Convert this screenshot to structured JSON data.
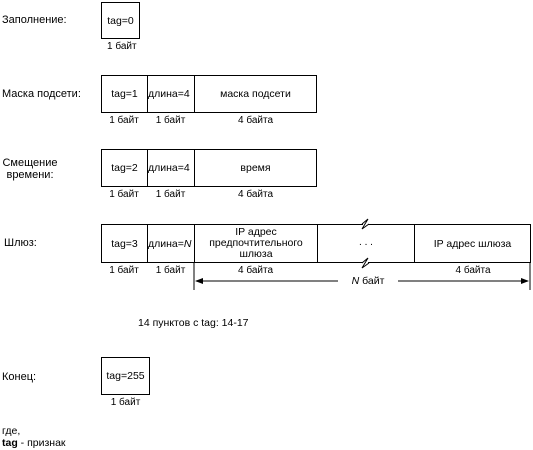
{
  "pad": {
    "label": "Заполнение:",
    "tag": "tag=0",
    "size": "1 байт"
  },
  "mask": {
    "label": "Маска подсети:",
    "tag": "tag=1",
    "len": "длина=4",
    "value": "маска подсети",
    "size_tag": "1 байт",
    "size_len": "1 байт",
    "size_value": "4 байта"
  },
  "offset": {
    "label_line1": "Смещение",
    "label_line2": "времени:",
    "tag": "tag=2",
    "len": "длина=4",
    "value": "время",
    "size_tag": "1 байт",
    "size_len": "1 байт",
    "size_value": "4 байта"
  },
  "gateway": {
    "label": "Шлюз:",
    "tag": "tag=3",
    "len_prefix": "длина=",
    "len_var": "N",
    "first": "IP адрес предпочтительного шлюза",
    "ellipsis": ". . .",
    "last": "IP адрес шлюза",
    "size_tag": "1 байт",
    "size_len": "1 байт",
    "size_first": "4 байта",
    "size_last": "4 байта",
    "span_var": "N",
    "span_unit": " байт"
  },
  "note": "14 пунктов с tag: 14-17",
  "end": {
    "label": "Конец:",
    "tag": "tag=255",
    "size": "1 байт"
  },
  "legend": {
    "where": "где,",
    "term": "tag",
    "definition": " - признак"
  }
}
